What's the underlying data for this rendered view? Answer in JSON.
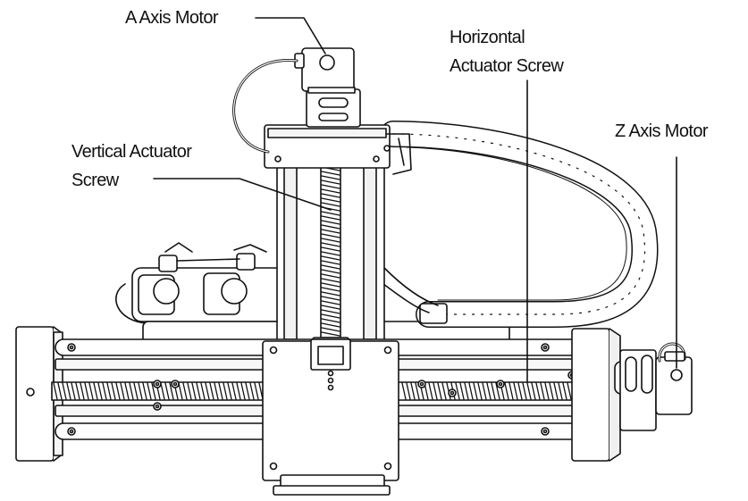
{
  "labels": {
    "a_axis_motor": "A Axis Motor",
    "horizontal_screw_line1": "Horizontal",
    "horizontal_screw_line2": "Actuator Screw",
    "vertical_screw_line1": "Vertical Actuator",
    "vertical_screw_line2": "Screw",
    "z_axis_motor": "Z Axis Motor"
  },
  "colors": {
    "stroke": "#111111",
    "fill": "#ffffff",
    "shade": "#e9e9e9"
  }
}
